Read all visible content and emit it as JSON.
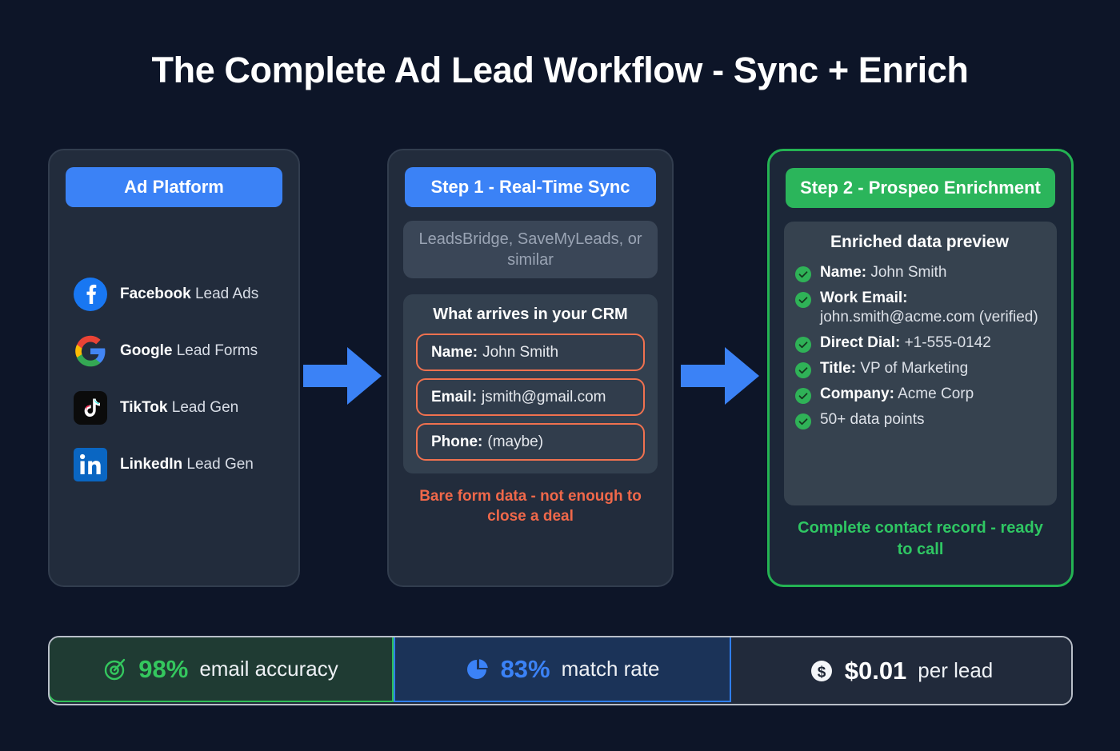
{
  "title": "The Complete Ad Lead Workflow - Sync + Enrich",
  "colors": {
    "background": "#0d1528",
    "card_bg": "#222c3c",
    "accent_blue": "#3b82f6",
    "accent_green": "#2bb55b",
    "accent_orange": "#f0714f",
    "arrow_blue": "#3b82f6"
  },
  "card1": {
    "header": "Ad Platform",
    "items": [
      {
        "icon": "facebook-icon",
        "brand": "Facebook",
        "rest": " Lead Ads"
      },
      {
        "icon": "google-icon",
        "brand": "Google",
        "rest": " Lead Forms"
      },
      {
        "icon": "tiktok-icon",
        "brand": "TikTok",
        "rest": " Lead Gen"
      },
      {
        "icon": "linkedin-icon",
        "brand": "LinkedIn",
        "rest": " Lead Gen"
      }
    ]
  },
  "card2": {
    "header": "Step 1 - Real-Time Sync",
    "tool_note": "LeadsBridge, SaveMyLeads, or similar",
    "panel_title": "What arrives in your CRM",
    "fields": [
      {
        "label": "Name:",
        "value": "John Smith"
      },
      {
        "label": "Email:",
        "value": "jsmith@gmail.com"
      },
      {
        "label": "Phone:",
        "value": "(maybe)"
      }
    ],
    "warning": "Bare form data - not enough to close a deal"
  },
  "card3": {
    "header": "Step 2 - Prospeo Enrichment",
    "panel_title": "Enriched data preview",
    "rows": [
      {
        "label": "Name:",
        "value": " John Smith"
      },
      {
        "label": "Work Email:",
        "value": " john.smith@acme.com (verified)"
      },
      {
        "label": "Direct Dial:",
        "value": " +1-555-0142"
      },
      {
        "label": "Title:",
        "value": " VP of Marketing"
      },
      {
        "label": "Company:",
        "value": " Acme Corp"
      },
      {
        "label": "",
        "value": "50+ data points"
      }
    ],
    "footer": "Complete contact record - ready to call"
  },
  "stats": [
    {
      "icon": "target-icon",
      "value": "98%",
      "label": " email accuracy"
    },
    {
      "icon": "pie-chart-icon",
      "value": "83%",
      "label": " match rate"
    },
    {
      "icon": "dollar-icon",
      "value": "$0.01",
      "label": " per lead"
    }
  ]
}
